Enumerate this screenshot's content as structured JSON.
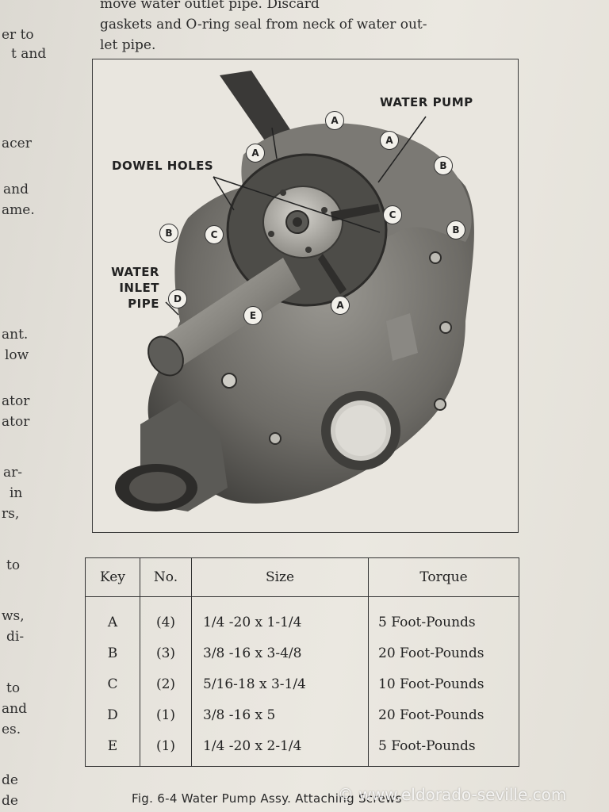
{
  "left_margin_fragments": [
    "er to",
    "t and",
    "acer",
    "and",
    "ame.",
    "ant.",
    "low",
    "ator",
    "ator",
    "ar-",
    "in",
    "rs,",
    "to",
    "ws,",
    "di-",
    "to",
    "and",
    "es.",
    "de",
    "de"
  ],
  "top_text": {
    "line1": "move water outlet pipe. Discard",
    "line2": "gaskets and O-ring seal from neck of water out-",
    "line3": "let pipe."
  },
  "figure": {
    "callouts": {
      "water_pump": "WATER PUMP",
      "dowel_holes": "DOWEL HOLES",
      "water_inlet_line1": "WATER",
      "water_inlet_line2": "INLET",
      "water_inlet_line3": "PIPE"
    },
    "keys": [
      "A",
      "A",
      "A",
      "A",
      "B",
      "B",
      "B",
      "C",
      "C",
      "D",
      "E"
    ]
  },
  "table": {
    "headers": [
      "Key",
      "No.",
      "Size",
      "Torque"
    ],
    "rows": [
      {
        "key": "A",
        "no": "(4)",
        "size": "1/4 -20 x 1-1/4",
        "torque": "5  Foot-Pounds"
      },
      {
        "key": "B",
        "no": "(3)",
        "size": "3/8 -16 x 3-4/8",
        "torque": "20 Foot-Pounds"
      },
      {
        "key": "C",
        "no": "(2)",
        "size": "5/16-18 x 3-1/4",
        "torque": "10 Foot-Pounds"
      },
      {
        "key": "D",
        "no": "(1)",
        "size": "3/8 -16 x 5",
        "torque": "20 Foot-Pounds"
      },
      {
        "key": "E",
        "no": "(1)",
        "size": "1/4 -20 x 2-1/4",
        "torque": "5  Foot-Pounds"
      }
    ]
  },
  "caption": "Fig. 6-4  Water Pump Assy. Attaching Screws",
  "watermark": "© www.eldorado-seville.com"
}
